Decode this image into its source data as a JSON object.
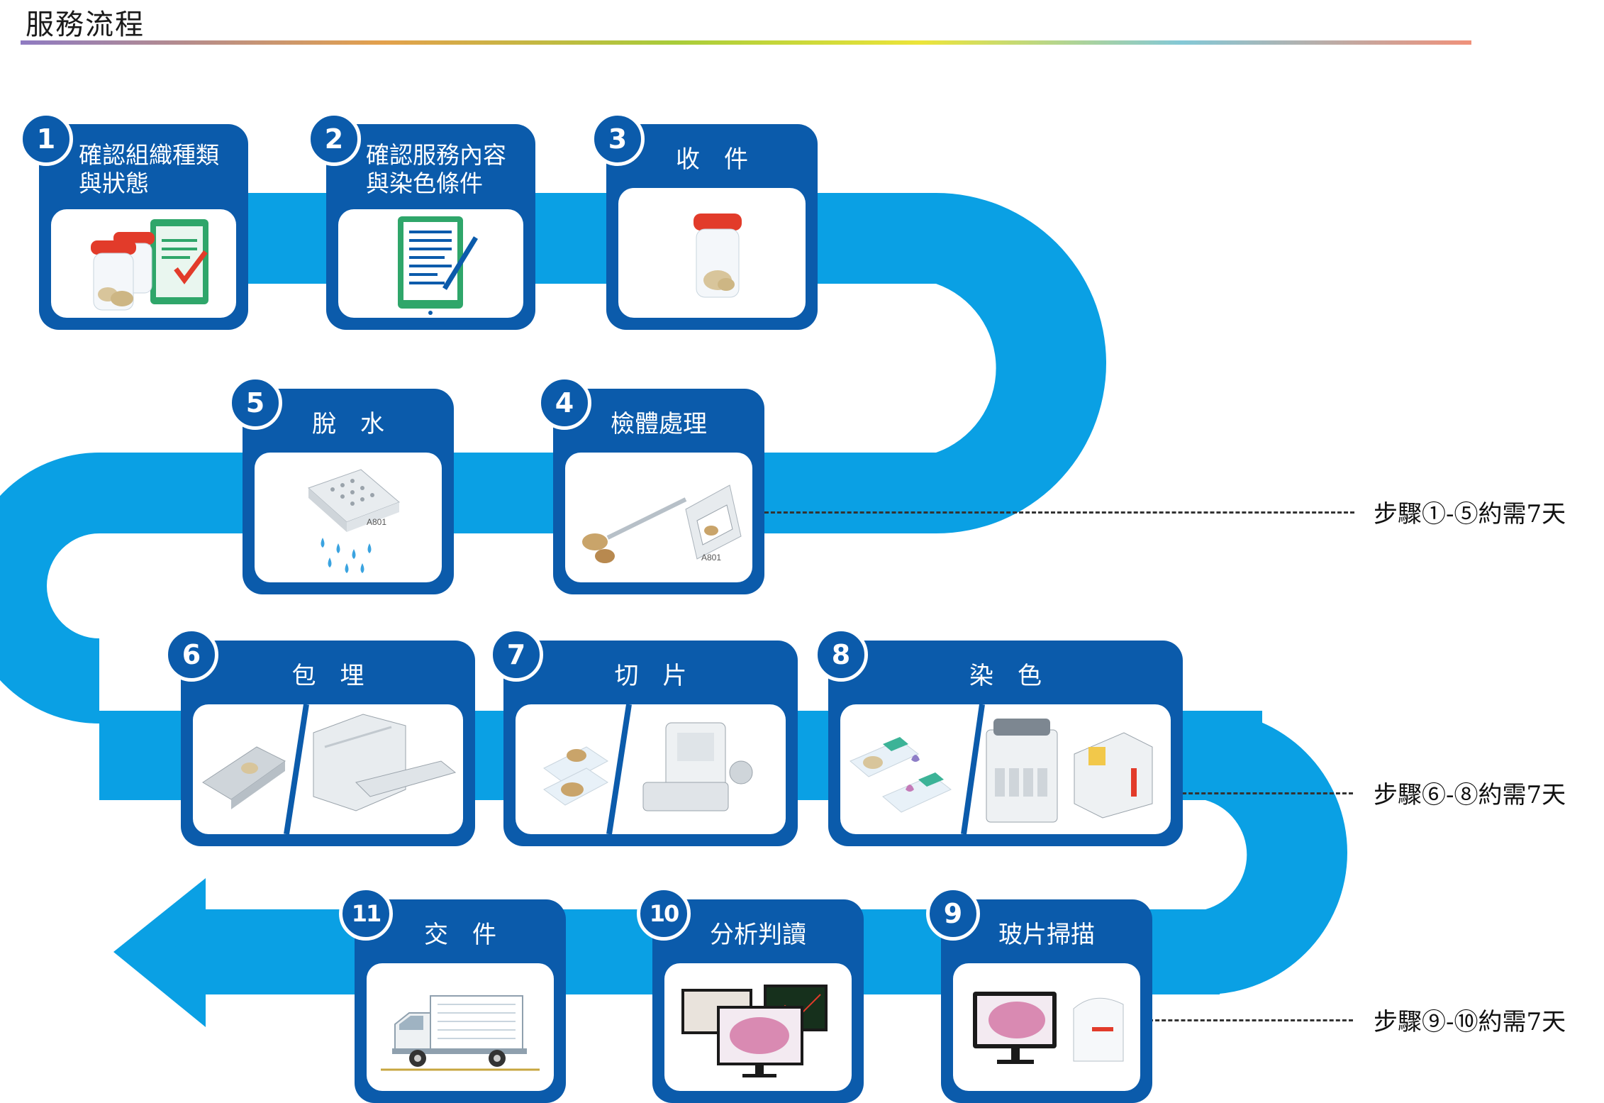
{
  "title": "服務流程",
  "steps": [
    {
      "number": "1",
      "label": "確認組織種類\n與狀態"
    },
    {
      "number": "2",
      "label": "確認服務內容\n與染色條件"
    },
    {
      "number": "3",
      "label": "收　件"
    },
    {
      "number": "4",
      "label": "檢體處理"
    },
    {
      "number": "5",
      "label": "脫　水"
    },
    {
      "number": "6",
      "label": "包　埋"
    },
    {
      "number": "7",
      "label": "切　片"
    },
    {
      "number": "8",
      "label": "染　色"
    },
    {
      "number": "9",
      "label": "玻片掃描"
    },
    {
      "number": "10",
      "label": "分析判讀"
    },
    {
      "number": "11",
      "label": "交　件"
    }
  ],
  "notes": {
    "stage1": "步驟①-⑤約需7天",
    "stage2": "步驟⑥-⑧約需7天",
    "stage3": "步驟⑨-⑩約需7天"
  },
  "cassette_code": "A801",
  "colors": {
    "ribbon": "#0aa0e4",
    "card": "#0b5bab",
    "badge_border": "#ffffff",
    "accent_red": "#e23b2a",
    "accent_green": "#2fa66a"
  }
}
